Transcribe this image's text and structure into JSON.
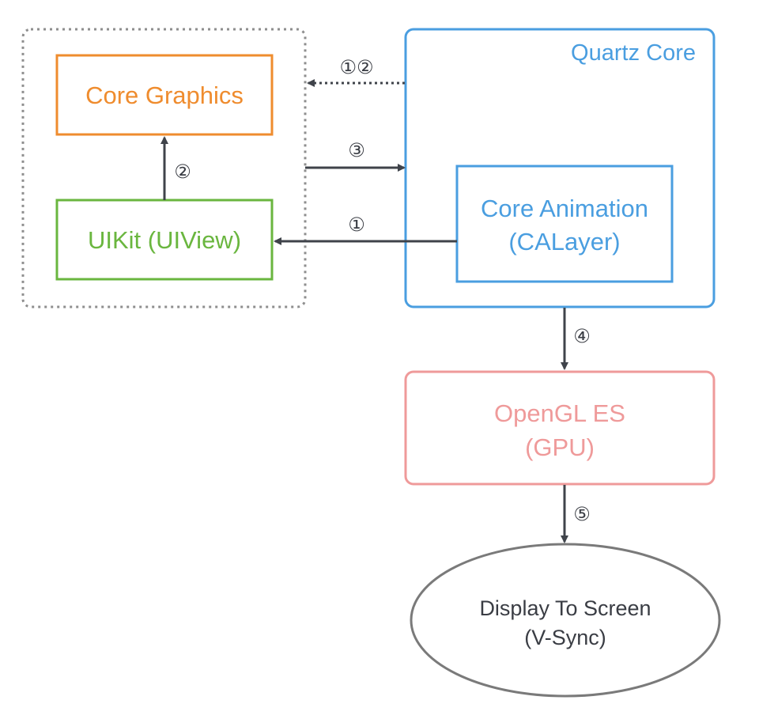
{
  "diagram": {
    "boxes": {
      "core_graphics": "Core Graphics",
      "uikit": "UIKit (UIView)",
      "quartz_core": "Quartz Core",
      "core_animation": {
        "line1": "Core Animation",
        "line2": "(CALayer)"
      },
      "opengl": {
        "line1": "OpenGL ES",
        "line2": "(GPU)"
      },
      "display": {
        "line1": "Display To Screen",
        "line2": "(V-Sync)"
      }
    },
    "arrow_labels": {
      "quartz_to_cg": "①②",
      "uikit_to_cg": "②",
      "group_to_quartz": "③",
      "ca_to_uikit": "①",
      "quartz_to_opengl": "④",
      "opengl_to_display": "⑤"
    }
  },
  "colors": {
    "core_graphics": "#ef8c2e",
    "uikit": "#6ab63f",
    "quartz_core": "#4a9ee0",
    "opengl": "#ef9a9a",
    "group_border": "#8e8e8e",
    "arrow": "#3f434a",
    "display_border": "#7a7a7a"
  }
}
